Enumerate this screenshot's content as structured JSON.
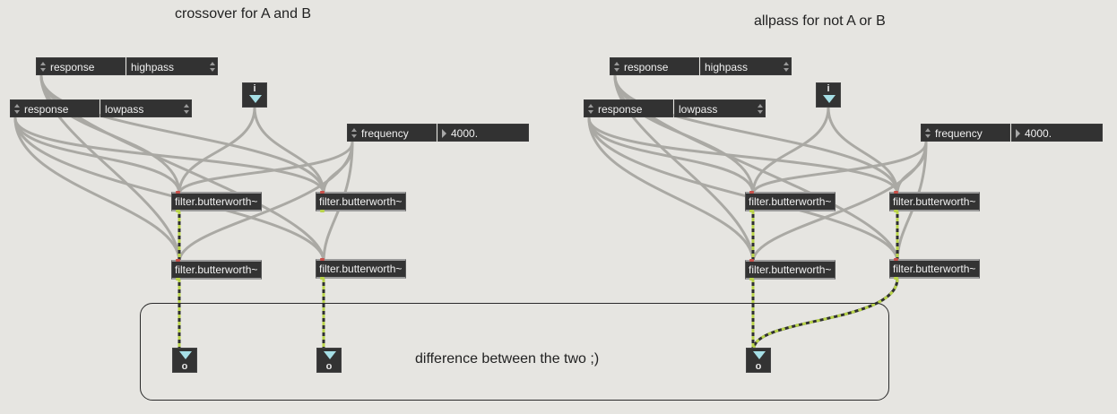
{
  "comments": {
    "crossover_title": "crossover for A and B",
    "allpass_title": "allpass for not A or B",
    "difference": "difference between the two ;)"
  },
  "left": {
    "response_hp": {
      "label": "response",
      "value": "highpass"
    },
    "response_lp": {
      "label": "response",
      "value": "lowpass"
    },
    "frequency": {
      "label": "frequency",
      "value": "4000."
    },
    "inlet_label": "i",
    "filter1": "filter.butterworth~",
    "filter2": "filter.butterworth~",
    "filter3": "filter.butterworth~",
    "filter4": "filter.butterworth~",
    "outlet1_label": "o",
    "outlet2_label": "o"
  },
  "right": {
    "response_hp": {
      "label": "response",
      "value": "highpass"
    },
    "response_lp": {
      "label": "response",
      "value": "lowpass"
    },
    "frequency": {
      "label": "frequency",
      "value": "4000."
    },
    "inlet_label": "i",
    "filter1": "filter.butterworth~",
    "filter2": "filter.butterworth~",
    "filter3": "filter.butterworth~",
    "filter4": "filter.butterworth~",
    "outlet1_label": "o"
  },
  "colors": {
    "background": "#e6e5e1",
    "object_fill": "#333333",
    "message_cord": "#a8a8a8",
    "signal_cord_dash": "#b9d44a",
    "inlet_arrow": "#a6dfe6"
  }
}
